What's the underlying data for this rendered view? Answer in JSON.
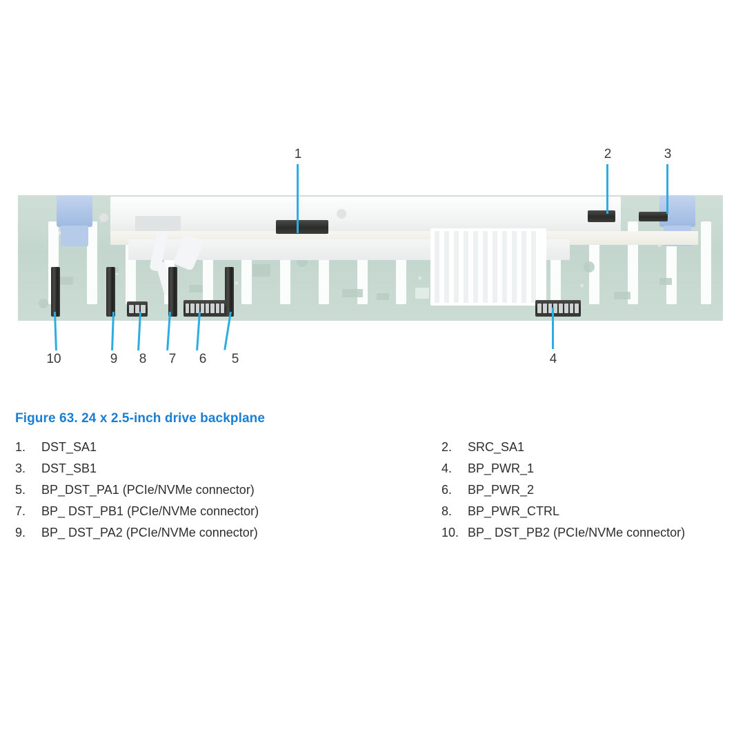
{
  "figure": {
    "caption": "Figure 63. 24 x 2.5-inch drive backplane",
    "caption_color": "#1a7fd4",
    "leader_color": "#2bace2",
    "callouts": [
      {
        "id": "1",
        "label": "1"
      },
      {
        "id": "2",
        "label": "2"
      },
      {
        "id": "3",
        "label": "3"
      },
      {
        "id": "4",
        "label": "4"
      },
      {
        "id": "5",
        "label": "5"
      },
      {
        "id": "6",
        "label": "6"
      },
      {
        "id": "7",
        "label": "7"
      },
      {
        "id": "8",
        "label": "8"
      },
      {
        "id": "9",
        "label": "9"
      },
      {
        "id": "10",
        "label": "10"
      }
    ]
  },
  "legend": {
    "left": [
      {
        "num": "1.",
        "label": "DST_SA1"
      },
      {
        "num": "3.",
        "label": "DST_SB1"
      },
      {
        "num": "5.",
        "label": "BP_DST_PA1 (PCIe/NVMe connector)"
      },
      {
        "num": "7.",
        "label": "BP_ DST_PB1 (PCIe/NVMe connector)"
      },
      {
        "num": "9.",
        "label": "BP_ DST_PA2 (PCIe/NVMe connector)"
      }
    ],
    "right": [
      {
        "num": "2.",
        "label": "SRC_SA1"
      },
      {
        "num": "4.",
        "label": "BP_PWR_1"
      },
      {
        "num": "6.",
        "label": "BP_PWR_2"
      },
      {
        "num": "8.",
        "label": "BP_PWR_CTRL"
      },
      {
        "num": "10.",
        "label": "BP_ DST_PB2 (PCIe/NVMe connector)"
      }
    ]
  }
}
